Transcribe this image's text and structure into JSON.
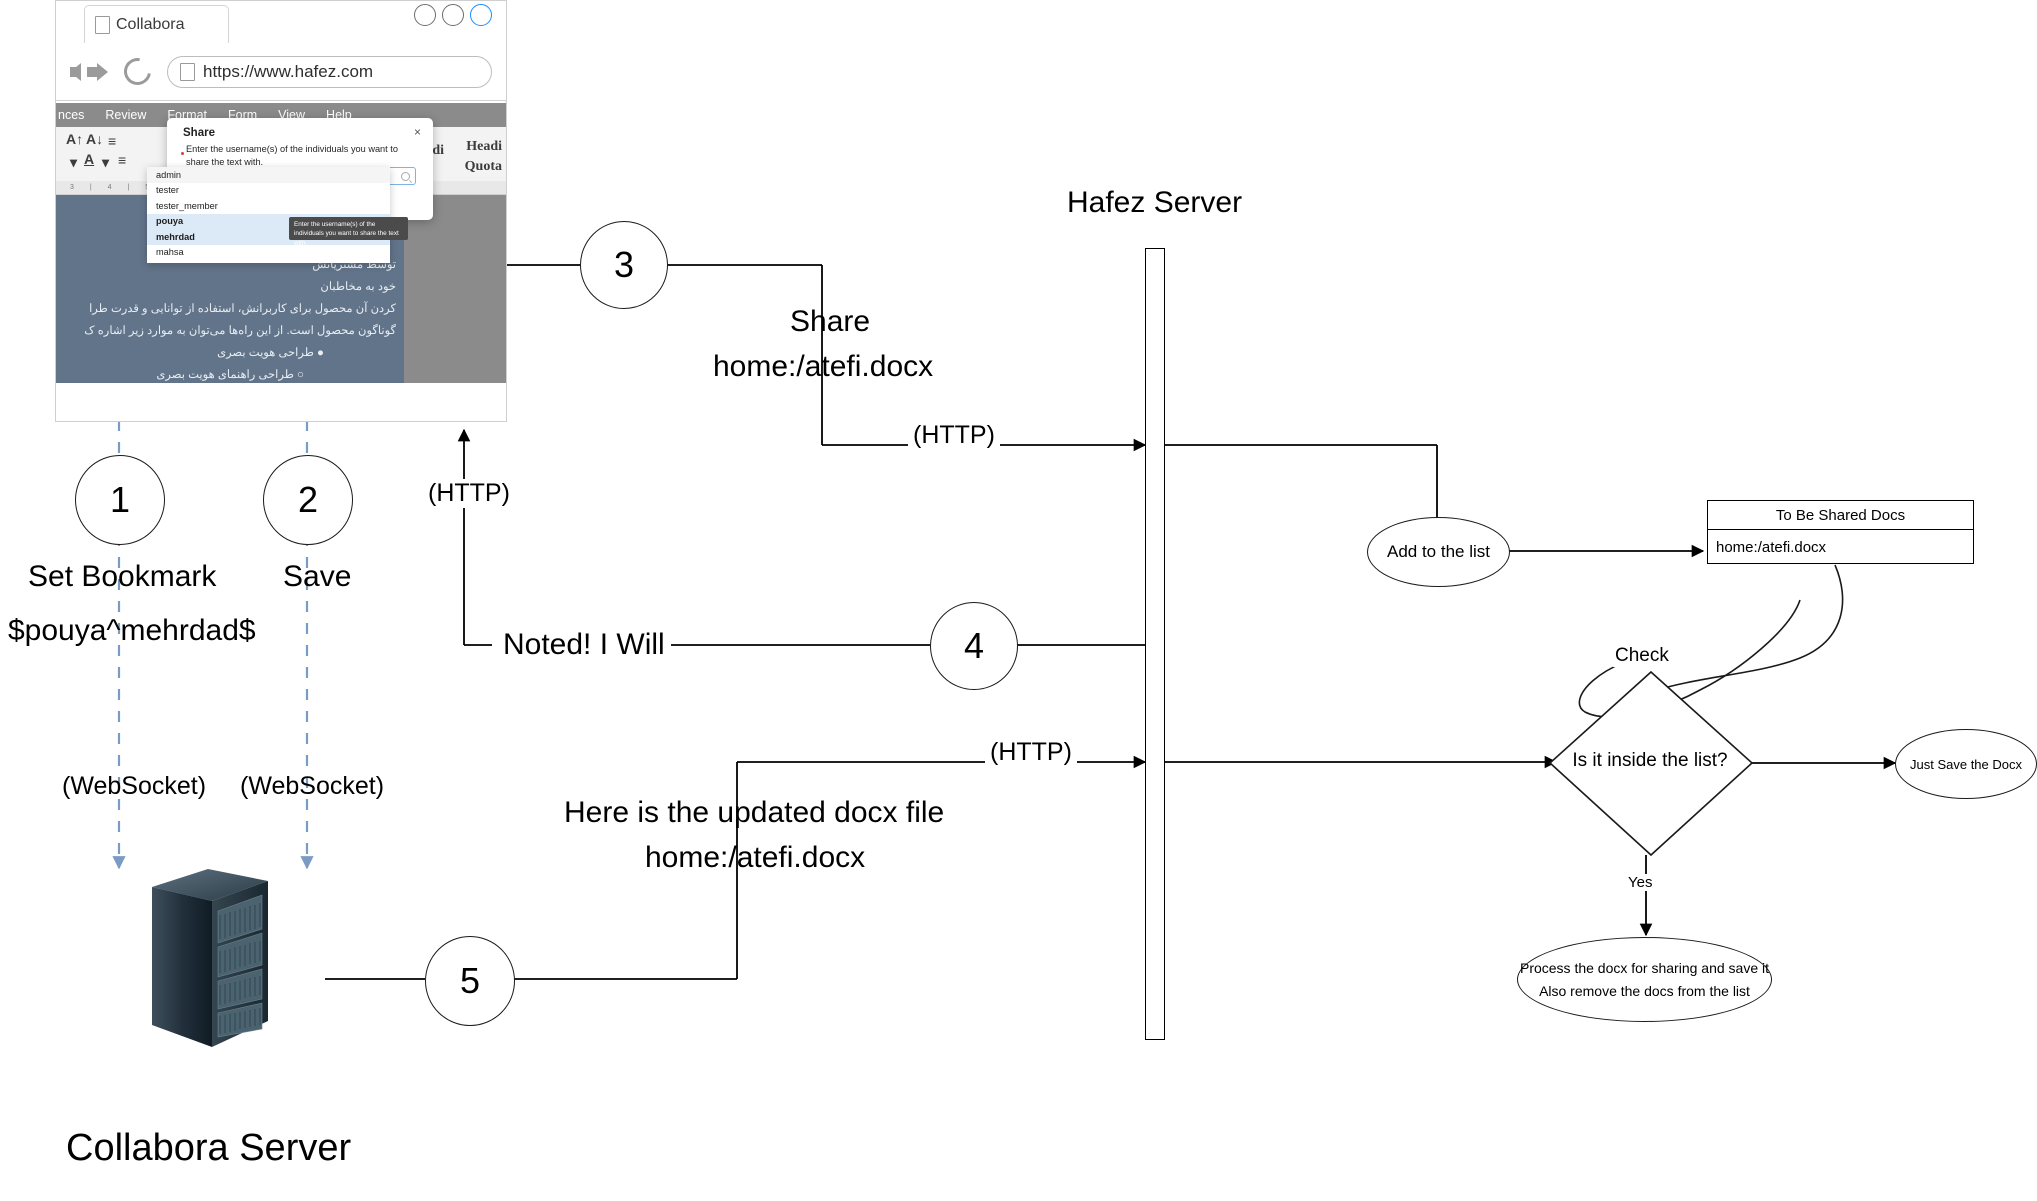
{
  "browser": {
    "tab_label": "Collabora",
    "tab_icon": "document-icon",
    "url": "https://www.hafez.com",
    "nav": {
      "back": "back-arrow-icon",
      "forward": "forward-arrow-icon",
      "reload": "reload-icon"
    },
    "window_buttons": [
      "minimize",
      "maximize",
      "close"
    ]
  },
  "office": {
    "menus": [
      "nces",
      "Review",
      "Format",
      "Form",
      "View",
      "Help"
    ],
    "toolbar_glyphs": {
      "increase_font": "A↑",
      "decrease_font": "A↓",
      "list_bullets": "≡",
      "char_highlight": "A",
      "caret": "▾",
      "paragraph": "≡"
    },
    "style_labels": {
      "di": "di",
      "heading": "Headi",
      "quotations": "Quota"
    },
    "ruler_ticks": "3  |  4  |  5",
    "document_lines": [
      "توسط مشتریانش",
      "خود به مخاطبان",
      "کردن آن محصول برای کاربرانش، استفاده از توانایی و قدرت طرا",
      "گوناگون محصول است. از این راه‌ها می‌توان به موارد زیر اشاره ک",
      "●   طراحی هویت بصری",
      "○   طراحی راهنمای هویت بصری"
    ]
  },
  "share_dialog": {
    "title": "Share",
    "close_icon": "×",
    "description": "Enter the username(s) of the individuals you want to share the text with.",
    "chips": [
      {
        "label": "pouya",
        "remove_icon": "×"
      },
      {
        "label": "mehrdad",
        "remove_icon": "×"
      }
    ],
    "search_icon": "search-icon",
    "suggestions": [
      {
        "label": "admin",
        "state": "alt"
      },
      {
        "label": "tester",
        "state": "plain"
      },
      {
        "label": "tester_member",
        "state": "plain"
      },
      {
        "label": "pouya",
        "state": "selected"
      },
      {
        "label": "mehrdad",
        "state": "selected"
      },
      {
        "label": "mahsa",
        "state": "plain"
      }
    ],
    "tooltip": "Enter the username(s) of the individuals you want to share the text with."
  },
  "diagram": {
    "steps": [
      {
        "number": "1",
        "label": "Set Bookmark",
        "sublabel": "$pouya^mehrdad$",
        "transport": "(WebSocket)"
      },
      {
        "number": "2",
        "label": "Save",
        "sublabel": "",
        "transport": "(WebSocket)"
      },
      {
        "number": "3",
        "label": "Share",
        "sublabel": "home:/atefi.docx",
        "transport": "(HTTP)"
      },
      {
        "number": "4",
        "label": "Noted! I Will",
        "sublabel": "",
        "transport": "(HTTP)"
      },
      {
        "number": "5",
        "label": "Here is the updated docx file",
        "sublabel": "home:/atefi.docx",
        "transport": "(HTTP)"
      }
    ],
    "actors": {
      "collabora_server": "Collabora Server",
      "hafez_server": "Hafez Server",
      "server_icon": "server-rack-icon"
    },
    "nodes": {
      "add_to_list": "Add to the list",
      "decision": "Is it inside the list?",
      "decision_yes": "Yes",
      "just_save": "Just Save the Docx",
      "process": "Process the docx for sharing and save it\nAlso remove the docs from the list",
      "process_line1": "Process the docx for sharing and save it",
      "process_line2": "Also remove the docs from the list",
      "check_label": "Check"
    },
    "table": {
      "header": "To Be Shared Docs",
      "rows": [
        "home:/atefi.docx"
      ]
    },
    "transport_labels": {
      "http": "(HTTP)",
      "websocket": "(WebSocket)"
    },
    "colors": {
      "line": "#000000",
      "ws_line": "#7a9bc4",
      "doc_page": "#62748a",
      "tab_accent": "#1a8cff"
    }
  }
}
